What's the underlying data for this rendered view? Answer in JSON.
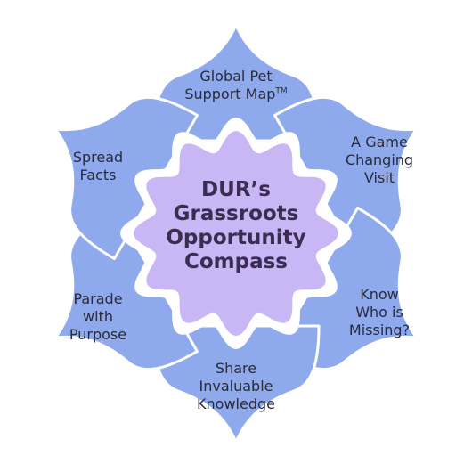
{
  "center": {
    "title": "DUR’s\nGrassroots\nOpportunity\nCompass"
  },
  "petals": [
    {
      "label": "Global Pet\nSupport Map",
      "mark": "TM"
    },
    {
      "label": "A Game\nChanging\nVisit"
    },
    {
      "label": "Know\nWho is\nMissing?"
    },
    {
      "label": "Share\nInvaluable\nKnowledge"
    },
    {
      "label": "Parade\nwith\nPurpose"
    },
    {
      "label": "Spread\nFacts"
    }
  ],
  "colors": {
    "petal_fill": "#8eaaed",
    "petal_stroke": "#ffffff",
    "halo": "#ffffff",
    "center_fill": "#c9b6f4",
    "center_text": "#3b2d52",
    "petal_text": "#2a2a3a"
  }
}
